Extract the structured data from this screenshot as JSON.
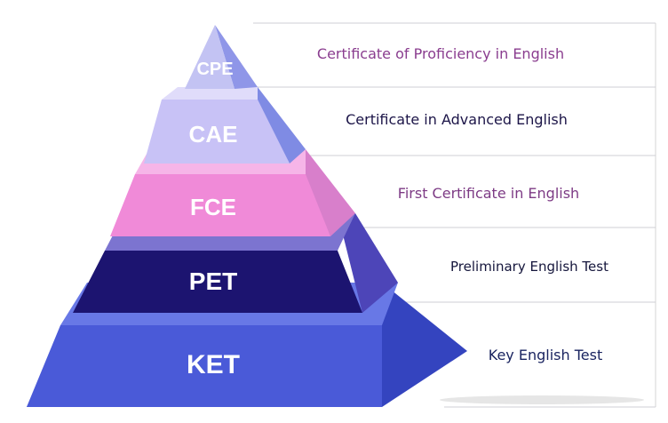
{
  "levels": [
    {
      "abbr": "CPE",
      "description": "Certificate of Proficiency in English",
      "front": "#c3c3f3",
      "side": "#8f96e8",
      "top": "#dcdcfa",
      "text_color": "#8a3d8f"
    },
    {
      "abbr": "CAE",
      "description": "Certificate in Advanced English",
      "front": "#c8c2f6",
      "side": "#7f8be4",
      "top": "#e0dcfa",
      "text_color": "#1c1548"
    },
    {
      "abbr": "FCE",
      "description": "First Certificate in English",
      "front": "#f08ad8",
      "side": "#d87fcb",
      "top": "#f6b5e8",
      "text_color": "#7d3b85"
    },
    {
      "abbr": "PET",
      "description": "Preliminary English Test",
      "front": "#1c1470",
      "side": "#4d45b8",
      "top": "#7c74d0",
      "text_color": "#15163c"
    },
    {
      "abbr": "KET",
      "description": "Key English Test",
      "front": "#4a5ad8",
      "side": "#3444bf",
      "top": "#6878e6",
      "text_color": "#1a2460"
    }
  ],
  "colors": {
    "divider": "#cfcfd4",
    "frame": "#dcdcdc"
  }
}
